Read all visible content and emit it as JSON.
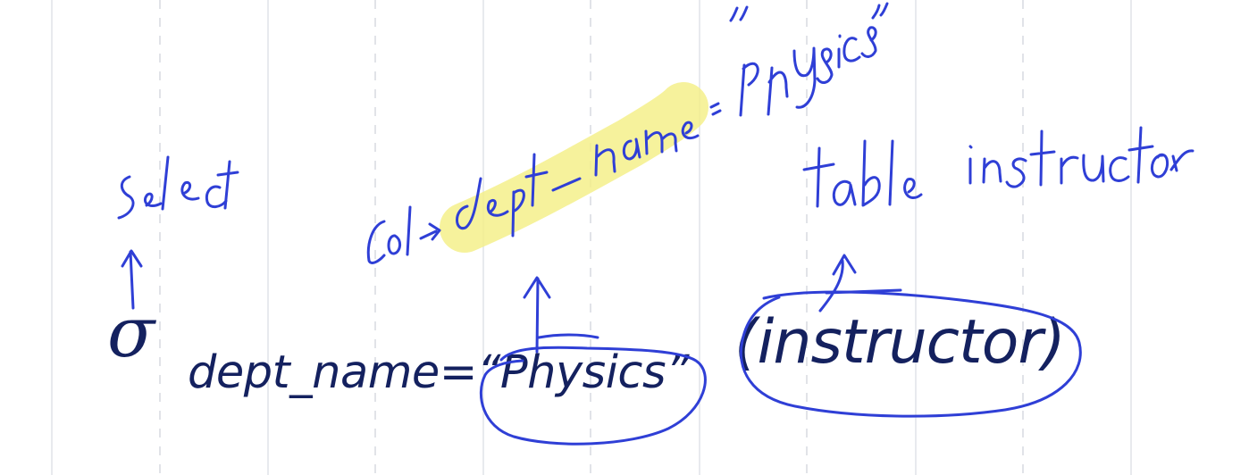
{
  "formula": {
    "operator": "σ",
    "predicate": "dept_name=“Physics”",
    "relation": "(instructor)"
  },
  "annotations": {
    "select": "select",
    "column": "Col→dept_name",
    "value": "=“physics”",
    "table": "table instructor"
  },
  "colors": {
    "formula_text": "#14215f",
    "ink": "#2f3fd6",
    "highlight": "#f4ef86",
    "grid": "#e5e7ea"
  }
}
